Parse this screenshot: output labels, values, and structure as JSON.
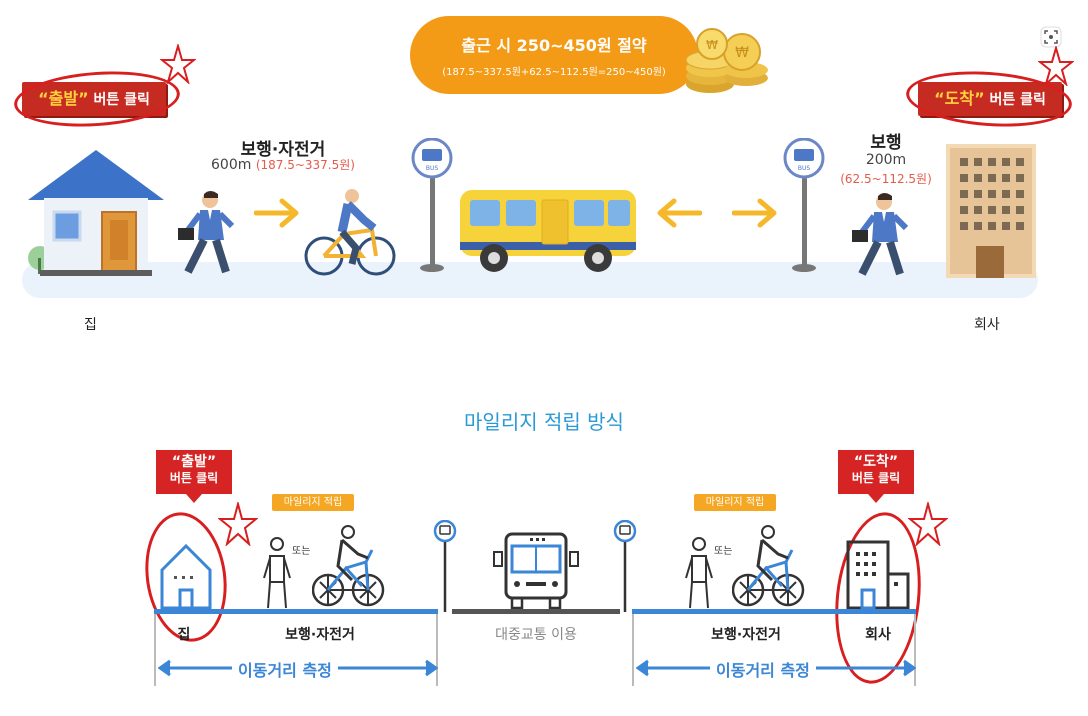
{
  "saving": {
    "line1": "출근 시 250~450원 절약",
    "line2": "(187.5~337.5원+62.5~112.5원=250~450원)"
  },
  "top": {
    "start_tag": {
      "quoted": "“출발”",
      "rest": " 버튼 클릭"
    },
    "end_tag": {
      "quoted": "“도착”",
      "rest": " 버튼 클릭"
    },
    "step1": {
      "title": "보행·자전거",
      "distance": "600m",
      "cost": "(187.5~337.5원)"
    },
    "step2": {
      "title": "보행",
      "distance": "200m",
      "cost": "(62.5~112.5원)"
    },
    "home": "집",
    "office": "회사",
    "bus_sign": "BUS"
  },
  "bottom": {
    "title": "마일리지 적립 방식",
    "start_tag": {
      "line1": "“출발”",
      "line2": "버튼 클릭"
    },
    "end_tag": {
      "line1": "“도착”",
      "line2": "버튼 클릭"
    },
    "mileage_tag": "마일리지 적립",
    "or_text": "또는",
    "home": "집",
    "walk_bike": "보행·자전거",
    "transit": "대중교통 이용",
    "office": "회사",
    "measure": "이동거리 측정"
  },
  "colors": {
    "accent_blue": "#3b86d6",
    "brand_orange": "#f39a16",
    "red": "#d62424"
  }
}
